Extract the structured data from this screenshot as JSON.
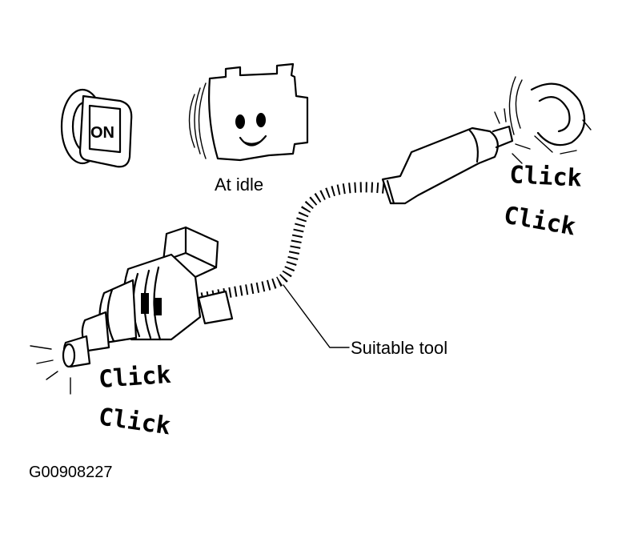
{
  "figure": {
    "key_label": "ON",
    "idle_label": "At idle",
    "tool_label": "Suitable tool",
    "click_lines": [
      "Click",
      "Click"
    ],
    "figure_id": "G00908227"
  }
}
